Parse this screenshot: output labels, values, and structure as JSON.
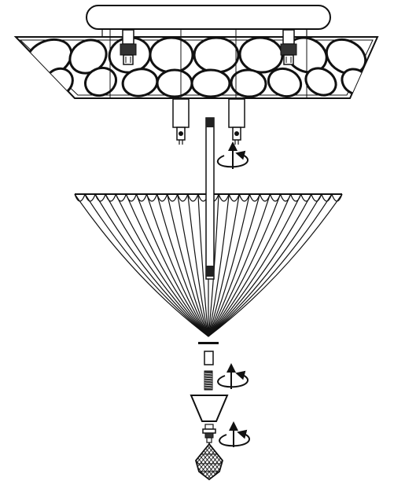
{
  "diagram": {
    "kind": "exploded-assembly",
    "stroke_color": "#111111",
    "background_color": "#ffffff",
    "parts": [
      "ceiling-canopy",
      "decorative-frame",
      "bulb-holder-left",
      "bulb-holder-right",
      "bulb-left",
      "bulb-right",
      "threaded-rod",
      "conical-fluted-shade",
      "washer",
      "spacer-sleeve",
      "threaded-nipple",
      "cone-cap",
      "finial-screw",
      "crystal-pendant"
    ],
    "rotation_arrows": [
      "rotate-arrow-rod",
      "rotate-arrow-nipple",
      "rotate-arrow-finial"
    ]
  }
}
